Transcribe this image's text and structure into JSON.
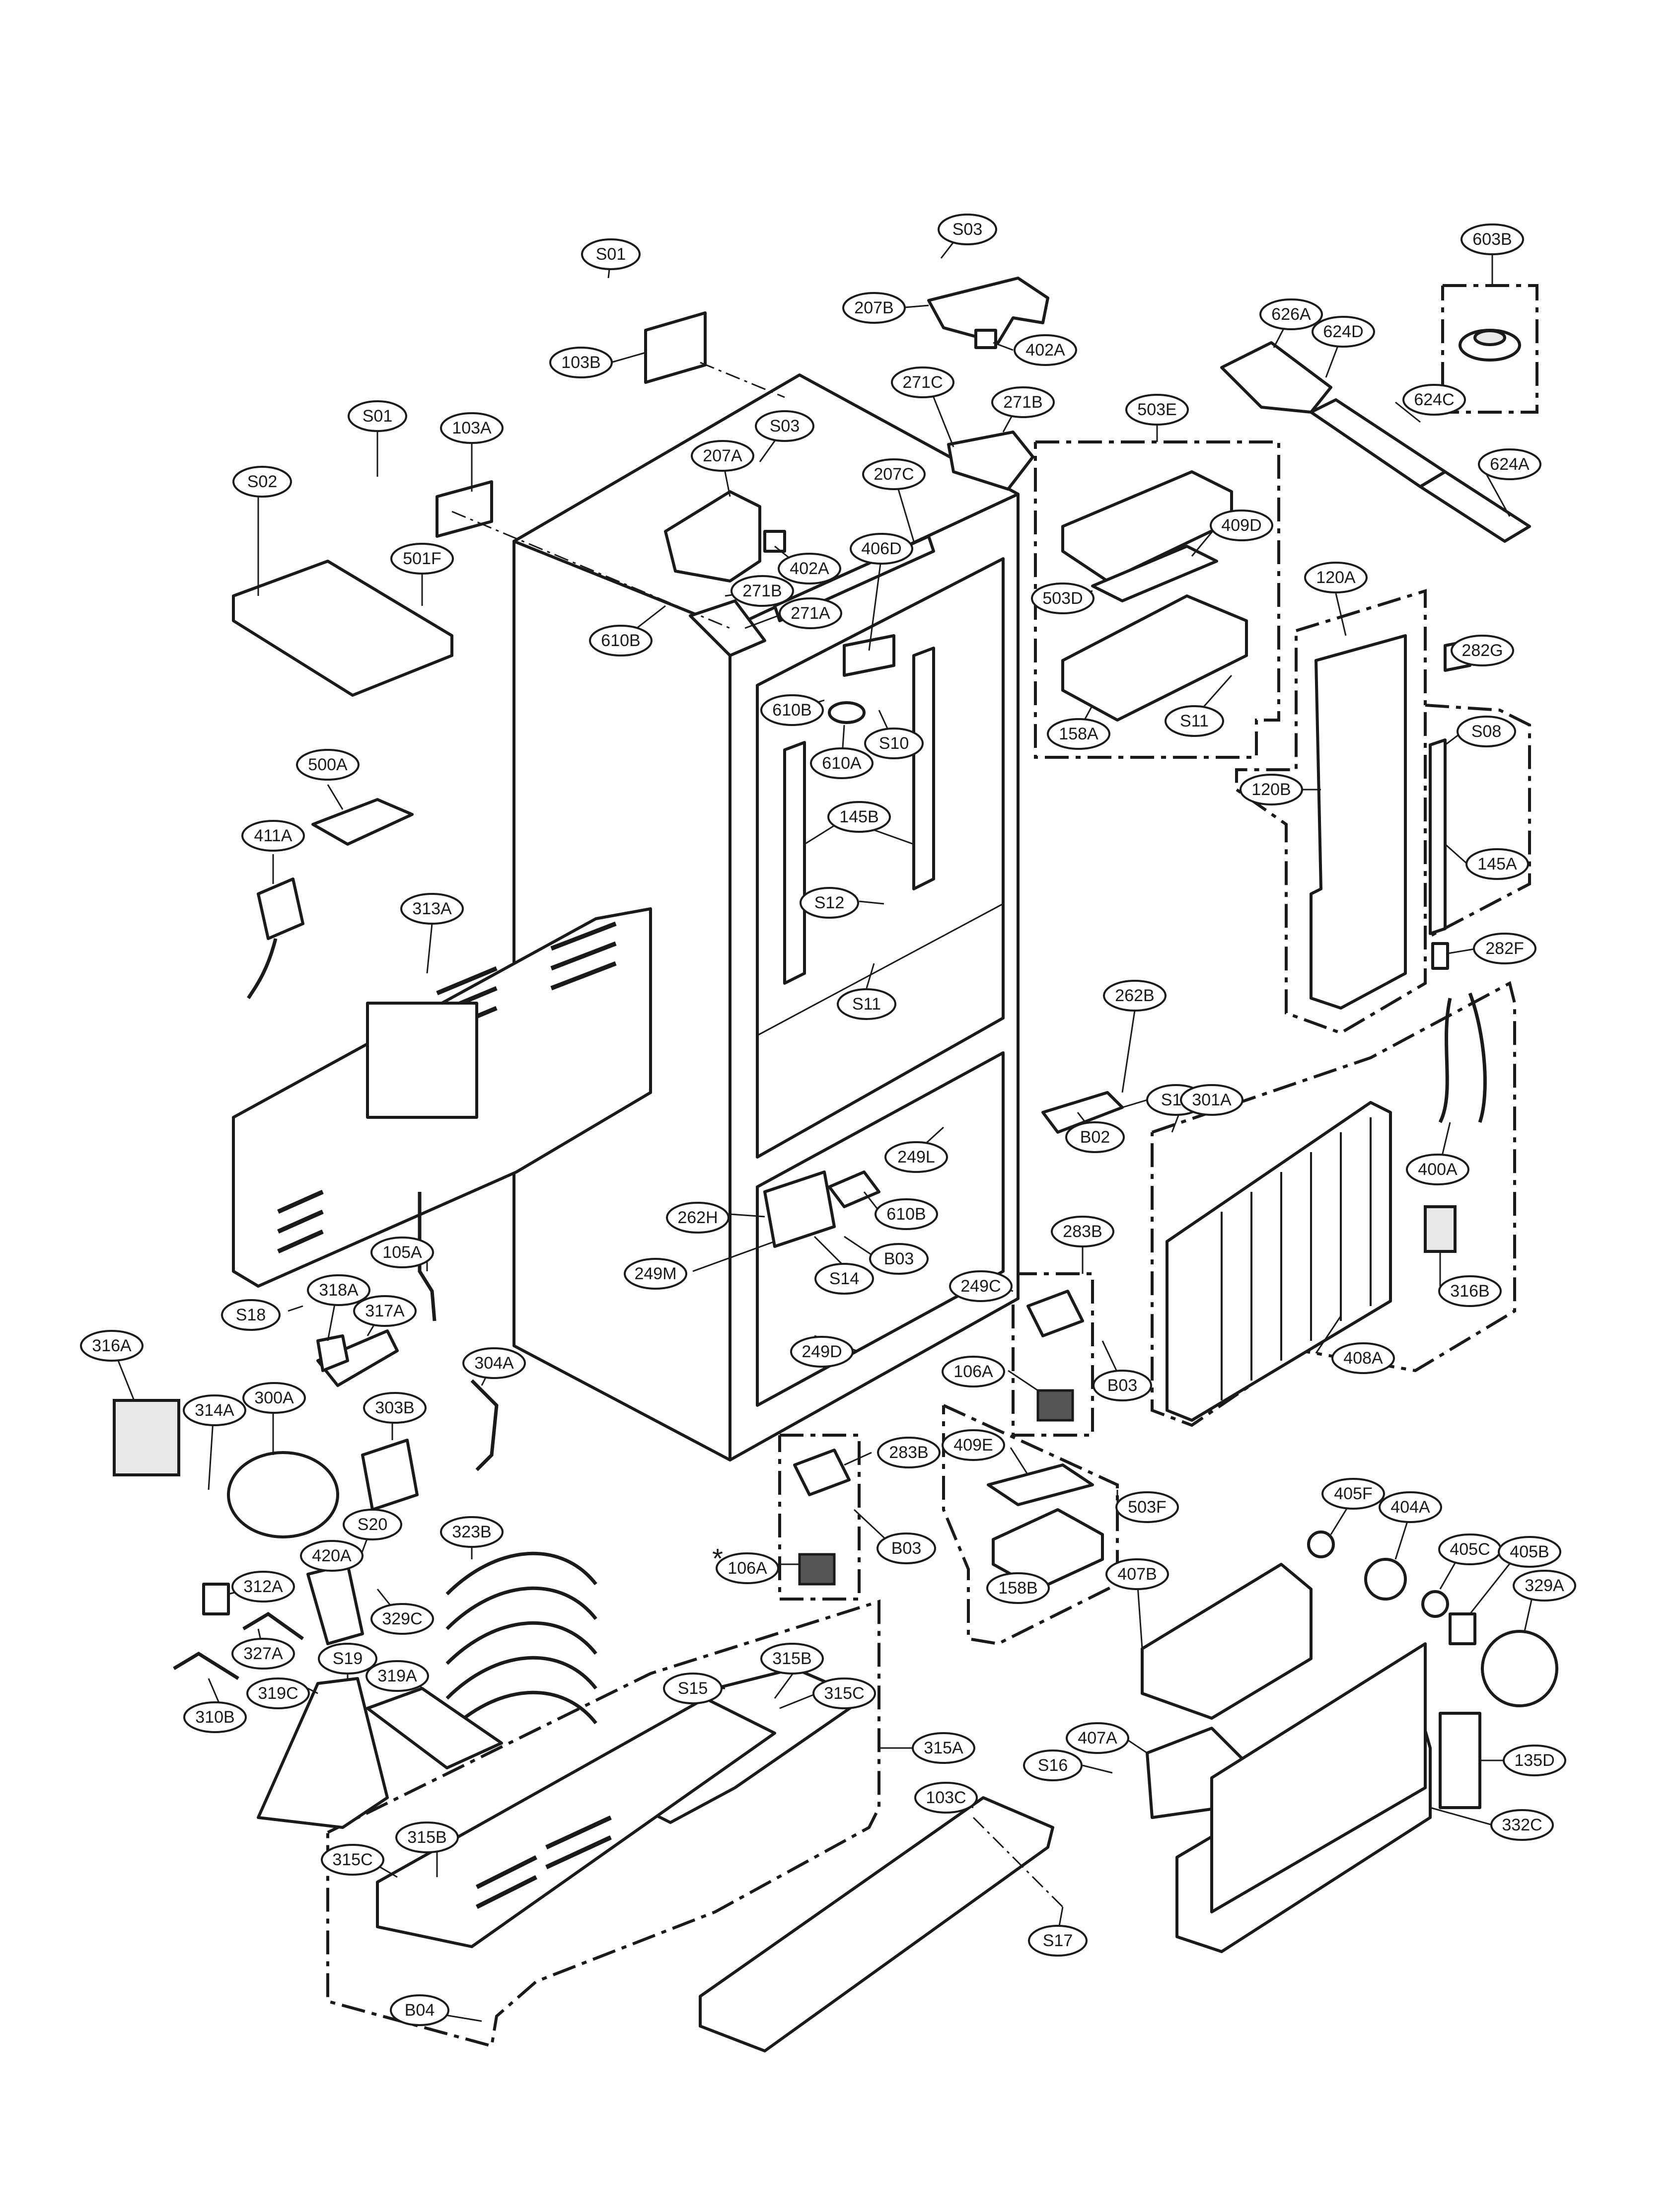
{
  "diagram": {
    "line_color": "#1a1a1a",
    "background_color": "#ffffff",
    "asterisk_mark": "*",
    "callouts": [
      {
        "id": "S03-top",
        "label": "S03"
      },
      {
        "id": "603B",
        "label": "603B"
      },
      {
        "id": "S01-top",
        "label": "S01"
      },
      {
        "id": "207B",
        "label": "207B"
      },
      {
        "id": "402A-top",
        "label": "402A"
      },
      {
        "id": "626A",
        "label": "626A"
      },
      {
        "id": "624D",
        "label": "624D"
      },
      {
        "id": "103B",
        "label": "103B"
      },
      {
        "id": "271C",
        "label": "271C"
      },
      {
        "id": "271B-top",
        "label": "271B"
      },
      {
        "id": "503E",
        "label": "503E"
      },
      {
        "id": "624C",
        "label": "624C"
      },
      {
        "id": "S01",
        "label": "S01"
      },
      {
        "id": "103A",
        "label": "103A"
      },
      {
        "id": "S03-mid",
        "label": "S03"
      },
      {
        "id": "207A",
        "label": "207A"
      },
      {
        "id": "624A",
        "label": "624A"
      },
      {
        "id": "207C",
        "label": "207C"
      },
      {
        "id": "S02",
        "label": "S02"
      },
      {
        "id": "409D",
        "label": "409D"
      },
      {
        "id": "406D",
        "label": "406D"
      },
      {
        "id": "402A-mid",
        "label": "402A"
      },
      {
        "id": "501F",
        "label": "501F"
      },
      {
        "id": "271B-mid",
        "label": "271B"
      },
      {
        "id": "503D",
        "label": "503D"
      },
      {
        "id": "120A",
        "label": "120A"
      },
      {
        "id": "271A",
        "label": "271A"
      },
      {
        "id": "610B-left",
        "label": "610B"
      },
      {
        "id": "282G",
        "label": "282G"
      },
      {
        "id": "610B-mid",
        "label": "610B"
      },
      {
        "id": "S11-top",
        "label": "S11"
      },
      {
        "id": "158A",
        "label": "158A"
      },
      {
        "id": "S08",
        "label": "S08"
      },
      {
        "id": "S10",
        "label": "S10"
      },
      {
        "id": "610A",
        "label": "610A"
      },
      {
        "id": "500A",
        "label": "500A"
      },
      {
        "id": "120B",
        "label": "120B"
      },
      {
        "id": "411A",
        "label": "411A"
      },
      {
        "id": "145B",
        "label": "145B"
      },
      {
        "id": "145A",
        "label": "145A"
      },
      {
        "id": "313A",
        "label": "313A"
      },
      {
        "id": "S12",
        "label": "S12"
      },
      {
        "id": "282F",
        "label": "282F"
      },
      {
        "id": "S11-mid",
        "label": "S11"
      },
      {
        "id": "262B",
        "label": "262B"
      },
      {
        "id": "S14-right",
        "label": "S14"
      },
      {
        "id": "301A",
        "label": "301A"
      },
      {
        "id": "B02",
        "label": "B02"
      },
      {
        "id": "249L",
        "label": "249L"
      },
      {
        "id": "400A",
        "label": "400A"
      },
      {
        "id": "262H",
        "label": "262H"
      },
      {
        "id": "610B-low",
        "label": "610B"
      },
      {
        "id": "283B-right",
        "label": "283B"
      },
      {
        "id": "105A",
        "label": "105A"
      },
      {
        "id": "B03-mid",
        "label": "B03"
      },
      {
        "id": "249M",
        "label": "249M"
      },
      {
        "id": "S14-low",
        "label": "S14"
      },
      {
        "id": "316B",
        "label": "316B"
      },
      {
        "id": "249C",
        "label": "249C"
      },
      {
        "id": "318A",
        "label": "318A"
      },
      {
        "id": "S18",
        "label": "S18"
      },
      {
        "id": "317A",
        "label": "317A"
      },
      {
        "id": "316A",
        "label": "316A"
      },
      {
        "id": "249D",
        "label": "249D"
      },
      {
        "id": "408A",
        "label": "408A"
      },
      {
        "id": "304A",
        "label": "304A"
      },
      {
        "id": "106A-right",
        "label": "106A"
      },
      {
        "id": "B03-right",
        "label": "B03"
      },
      {
        "id": "314A",
        "label": "314A"
      },
      {
        "id": "300A",
        "label": "300A"
      },
      {
        "id": "303B",
        "label": "303B"
      },
      {
        "id": "409E",
        "label": "409E"
      },
      {
        "id": "283B-low",
        "label": "283B"
      },
      {
        "id": "503F",
        "label": "503F"
      },
      {
        "id": "405F",
        "label": "405F"
      },
      {
        "id": "404A",
        "label": "404A"
      },
      {
        "id": "S20",
        "label": "S20"
      },
      {
        "id": "323B",
        "label": "323B"
      },
      {
        "id": "B03-low",
        "label": "B03"
      },
      {
        "id": "405C",
        "label": "405C"
      },
      {
        "id": "405B",
        "label": "405B"
      },
      {
        "id": "420A",
        "label": "420A"
      },
      {
        "id": "106A-low",
        "label": "106A"
      },
      {
        "id": "407B",
        "label": "407B"
      },
      {
        "id": "329A",
        "label": "329A"
      },
      {
        "id": "312A",
        "label": "312A"
      },
      {
        "id": "329C",
        "label": "329C"
      },
      {
        "id": "158B",
        "label": "158B"
      },
      {
        "id": "327A",
        "label": "327A"
      },
      {
        "id": "S19",
        "label": "S19"
      },
      {
        "id": "315B-top",
        "label": "315B"
      },
      {
        "id": "319A",
        "label": "319A"
      },
      {
        "id": "S15",
        "label": "S15"
      },
      {
        "id": "310B",
        "label": "310B"
      },
      {
        "id": "319C",
        "label": "319C"
      },
      {
        "id": "315C-top",
        "label": "315C"
      },
      {
        "id": "315A",
        "label": "315A"
      },
      {
        "id": "407A",
        "label": "407A"
      },
      {
        "id": "135D",
        "label": "135D"
      },
      {
        "id": "S16",
        "label": "S16"
      },
      {
        "id": "103C",
        "label": "103C"
      },
      {
        "id": "332C",
        "label": "332C"
      },
      {
        "id": "315B-low",
        "label": "315B"
      },
      {
        "id": "315C-low",
        "label": "315C"
      },
      {
        "id": "S17",
        "label": "S17"
      },
      {
        "id": "B04",
        "label": "B04"
      }
    ]
  }
}
